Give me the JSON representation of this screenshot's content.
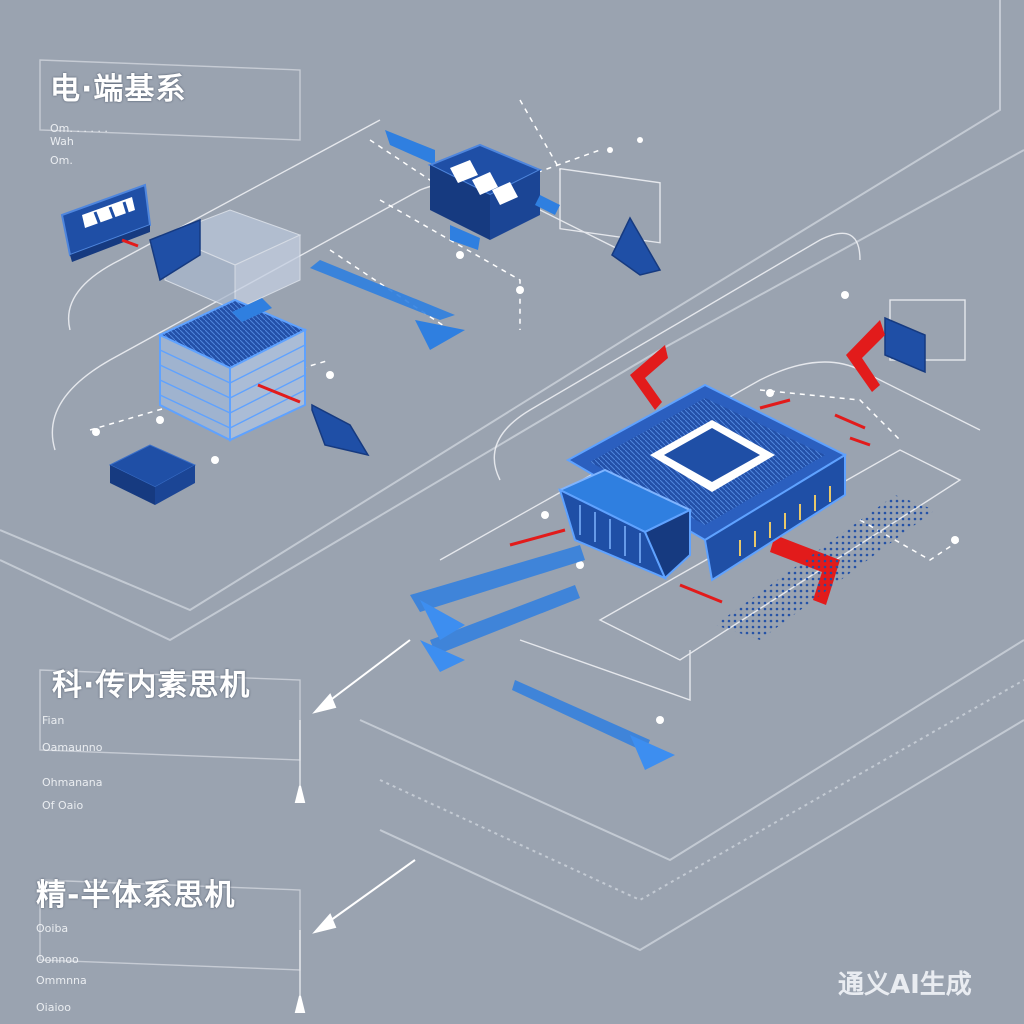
{
  "labels": {
    "top": {
      "title": "电·端基系",
      "notes": [
        "Om. . . . . .",
        "Wah",
        "Om."
      ]
    },
    "middle": {
      "title": "科·传内素思机",
      "notes": [
        "Fian",
        "Oamaunno",
        "Ohmanana",
        "Of Oaio"
      ]
    },
    "bottom": {
      "title": "精-半体系思机",
      "notes": [
        "Ooiba",
        "Oonnoo",
        "Ommnna",
        "Oiaioo"
      ]
    }
  },
  "watermark": "通义AI生成",
  "colors": {
    "background": "#9aa3b0",
    "chip_blue": "#1f4fa6",
    "chip_dark": "#163a80",
    "accent_red": "#e21b1b",
    "line_white": "#f2f4f7",
    "bright_blue": "#2f7fe0"
  },
  "icons": [
    "chip-icon",
    "memory-stack-icon",
    "connector-icon",
    "arrow-icon"
  ]
}
